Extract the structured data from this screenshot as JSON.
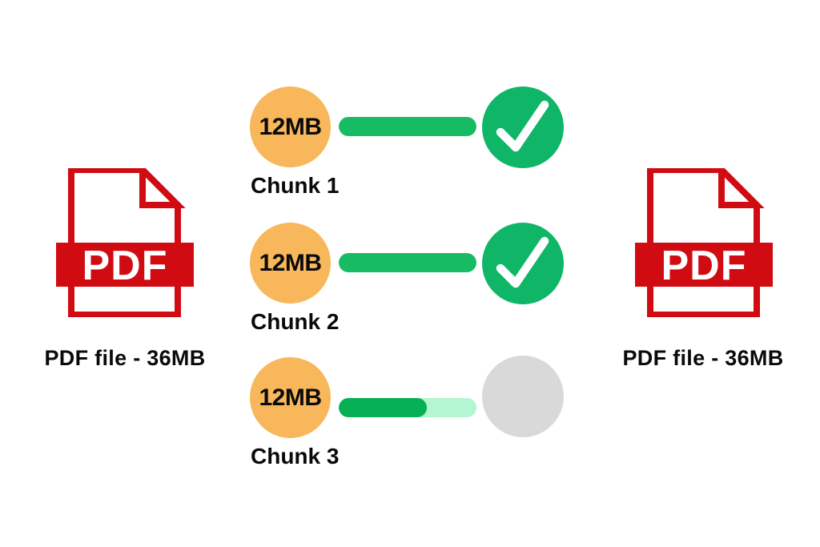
{
  "source_file": {
    "icon_label": "PDF",
    "caption": "PDF file - 36MB"
  },
  "result_file": {
    "icon_label": "PDF",
    "caption": "PDF file - 36MB"
  },
  "chunks": [
    {
      "size_label": "12MB",
      "name": "Chunk 1",
      "progress_percent": 100,
      "status": "complete"
    },
    {
      "size_label": "12MB",
      "name": "Chunk 2",
      "progress_percent": 100,
      "status": "complete"
    },
    {
      "size_label": "12MB",
      "name": "Chunk 3",
      "progress_percent": 64,
      "status": "uploading"
    }
  ],
  "colors": {
    "red": "#d00b12",
    "orange": "#f8b75b",
    "green": "#16bb63",
    "green_dark": "#06b156",
    "green_track": "#b4f6d1",
    "green_circle": "#10b667",
    "gray": "#d9d9d9",
    "ink": "#0a0a0a",
    "background": "#ffffff"
  }
}
